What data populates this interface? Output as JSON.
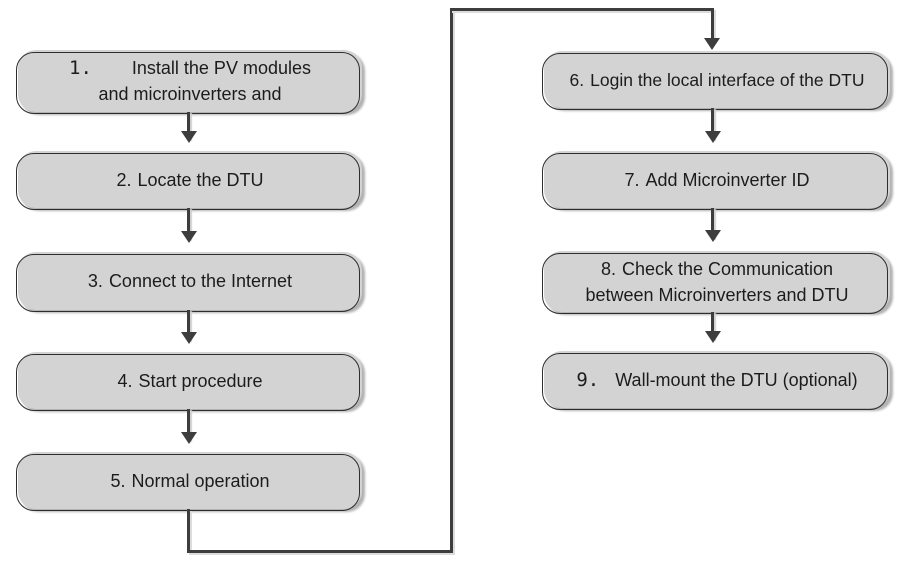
{
  "diagram_type": "flowchart",
  "colors": {
    "node_fill": "#d3d3d3",
    "node_border": "#2d2d2d",
    "node_shadow": "#b2b2b2",
    "connector": "#3d3d3d",
    "text": "#1c1c1c",
    "background": "#ffffff"
  },
  "nodes": [
    {
      "id": "1",
      "number": "1.",
      "line1": "Install the PV modules",
      "line2": "and microinverters and"
    },
    {
      "id": "2",
      "number": "2.",
      "line1": "Locate the DTU"
    },
    {
      "id": "3",
      "number": "3.",
      "line1": "Connect to the Internet"
    },
    {
      "id": "4",
      "number": "4.",
      "line1": "Start procedure"
    },
    {
      "id": "5",
      "number": "5.",
      "line1": "Normal operation"
    },
    {
      "id": "6",
      "number": "6.",
      "line1": "Login the local interface of the DTU"
    },
    {
      "id": "7",
      "number": "7.",
      "line1": "Add Microinverter ID"
    },
    {
      "id": "8",
      "number": "8.",
      "line1": "Check the Communication",
      "line2": "between Microinverters and DTU"
    },
    {
      "id": "9",
      "number": "9.",
      "line1": "Wall-mount the DTU (optional)"
    }
  ],
  "edges": [
    {
      "from": "1",
      "to": "2",
      "style": "straight-arrow"
    },
    {
      "from": "2",
      "to": "3",
      "style": "straight-arrow"
    },
    {
      "from": "3",
      "to": "4",
      "style": "straight-arrow"
    },
    {
      "from": "4",
      "to": "5",
      "style": "straight-arrow"
    },
    {
      "from": "5",
      "to": "6",
      "style": "routed-arrow-down-right-up-right-down"
    },
    {
      "from": "6",
      "to": "7",
      "style": "straight-arrow"
    },
    {
      "from": "7",
      "to": "8",
      "style": "straight-arrow"
    },
    {
      "from": "8",
      "to": "9",
      "style": "straight-arrow"
    }
  ]
}
